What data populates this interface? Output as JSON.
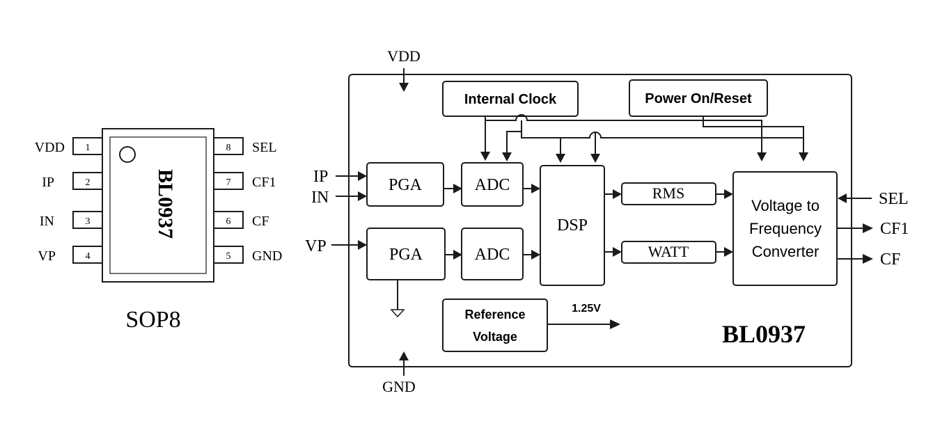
{
  "package": {
    "part_label": "BL0937",
    "package_label": "SOP8",
    "pins_left": [
      {
        "name": "VDD",
        "num": "1"
      },
      {
        "name": "IP",
        "num": "2"
      },
      {
        "name": "IN",
        "num": "3"
      },
      {
        "name": "VP",
        "num": "4"
      }
    ],
    "pins_right": [
      {
        "name": "SEL",
        "num": "8"
      },
      {
        "name": "CF1",
        "num": "7"
      },
      {
        "name": "CF",
        "num": "6"
      },
      {
        "name": "GND",
        "num": "5"
      }
    ]
  },
  "block": {
    "chip_label": "BL0937",
    "vdd": "VDD",
    "gnd": "GND",
    "inputs": {
      "ip": "IP",
      "in": "IN",
      "vp": "VP",
      "sel": "SEL"
    },
    "outputs": {
      "cf1": "CF1",
      "cf": "CF"
    },
    "internal_clock": "Internal Clock",
    "power_on_reset": "Power On/Reset",
    "pga1": "PGA",
    "pga2": "PGA",
    "adc1": "ADC",
    "adc2": "ADC",
    "dsp": "DSP",
    "rms": "RMS",
    "watt": "WATT",
    "vfc_line1": "Voltage to",
    "vfc_line2": "Frequency",
    "vfc_line3": "Converter",
    "ref_line1": "Reference",
    "ref_line2": "Voltage",
    "ref_value": "1.25V"
  }
}
